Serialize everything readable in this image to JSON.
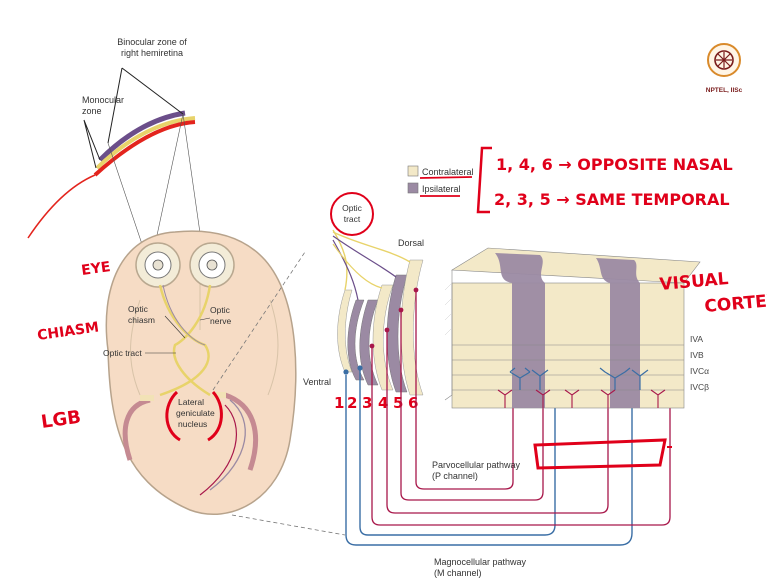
{
  "logo": {
    "caption": "NPTEL, IISc"
  },
  "retina": {
    "binocular_zone_label": "Binocular zone of",
    "binocular_zone_label_line2": "right hemiretina",
    "monocular_zone_label": "Monocular",
    "monocular_zone_label_line2": "zone"
  },
  "brain": {
    "optic_chiasm_label": "Optic",
    "optic_chiasm_label_line2": "chiasm",
    "optic_nerve_label": "Optic",
    "optic_nerve_label_line2": "nerve",
    "optic_tract_label": "Optic tract",
    "lgn_label": "Lateral",
    "lgn_label_line2": "geniculate",
    "lgn_label_line3": "nucleus"
  },
  "legend": {
    "contralateral": "Contralateral",
    "ipsilateral": "Ipsilateral"
  },
  "lgn_detail": {
    "optic_tract_label": "Optic",
    "optic_tract_label_line2": "tract",
    "dorsal_label": "Dorsal",
    "ventral_label": "Ventral",
    "layer_numbers": [
      "1",
      "2",
      "3",
      "4",
      "5",
      "6"
    ]
  },
  "cortex": {
    "layers": [
      "IVA",
      "IVB",
      "IVCα",
      "IVCβ"
    ]
  },
  "pathways": {
    "parvo_label": "Parvocellular pathway",
    "parvo_sub": "(P channel)",
    "magno_label": "Magnocellular pathway",
    "magno_sub": "(M channel)"
  },
  "annotations": {
    "eye": "EYE",
    "chiasm": "CHIASM",
    "lgb": "LGB",
    "visual": "VISUAL",
    "cortex": "CORTEX",
    "contra_line": "1, 4, 6 → OPPOSITE NASAL",
    "ipsi_line": "2, 3, 5 → SAME TEMPORAL"
  },
  "colors": {
    "contralateral": "#f3e9c8",
    "ipsilateral": "#9b8aa3",
    "parvo": "#a8174a",
    "magno": "#3a6ea5",
    "annotation": "#e0001a",
    "yellow_path": "#e8d36a"
  }
}
